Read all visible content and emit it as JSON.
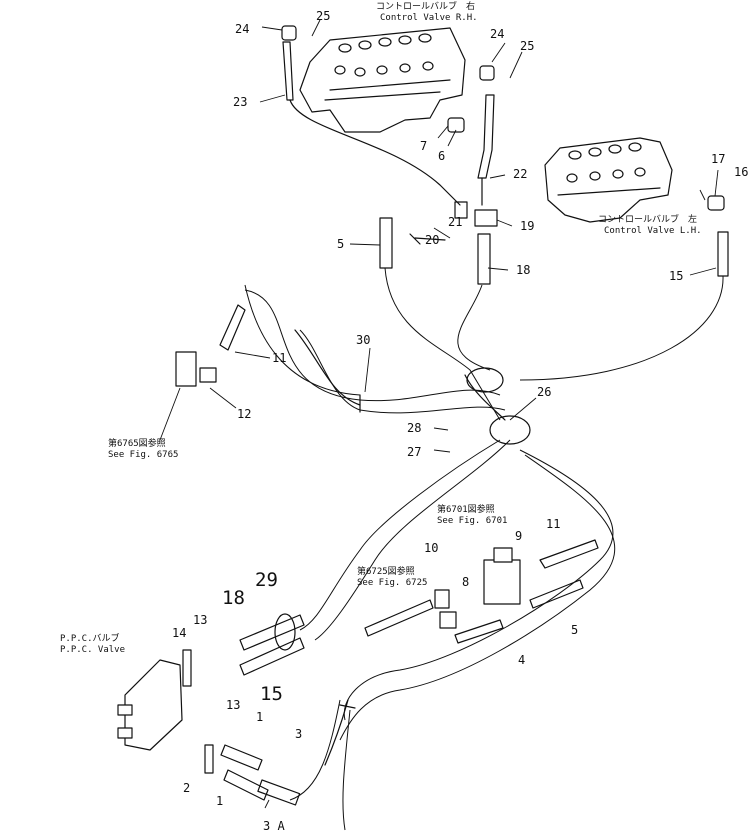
{
  "callouts": {
    "c1a": "1",
    "c1b": "1",
    "c2": "2",
    "c3": "3",
    "c3a": "3 A",
    "c4": "4",
    "c5a": "5",
    "c5b": "5",
    "c6": "6",
    "c7": "7",
    "c8": "8",
    "c9": "9",
    "c10": "10",
    "c11a": "11",
    "c11b": "11",
    "c12": "12",
    "c13a": "13",
    "c13b": "13",
    "c14": "14",
    "c15a": "15",
    "c15b": "15",
    "c16": "16",
    "c17": "17",
    "c18a": "18",
    "c18b": "18",
    "c19": "19",
    "c20": "20",
    "c21": "21",
    "c22": "22",
    "c23": "23",
    "c24a": "24",
    "c24b": "24",
    "c25a": "25",
    "c25b": "25",
    "c26": "26",
    "c27": "27",
    "c28": "28",
    "c29": "29",
    "c30": "30"
  },
  "notes": {
    "cv_rh_jp": "コントロールバルブ　右",
    "cv_rh_en": "Control Valve R.H.",
    "cv_lh_jp": "コントロールバルブ　左",
    "cv_lh_en": "Control Valve L.H.",
    "ppc_jp": "P.P.C.バルブ",
    "ppc_en": "P.P.C. Valve",
    "fig6765_jp": "第6765図参照",
    "fig6765_en": "See Fig. 6765",
    "fig6701_jp": "第6701図参照",
    "fig6701_en": "See Fig. 6701",
    "fig6725_jp": "第6725図参照",
    "fig6725_en": "See Fig. 6725"
  }
}
